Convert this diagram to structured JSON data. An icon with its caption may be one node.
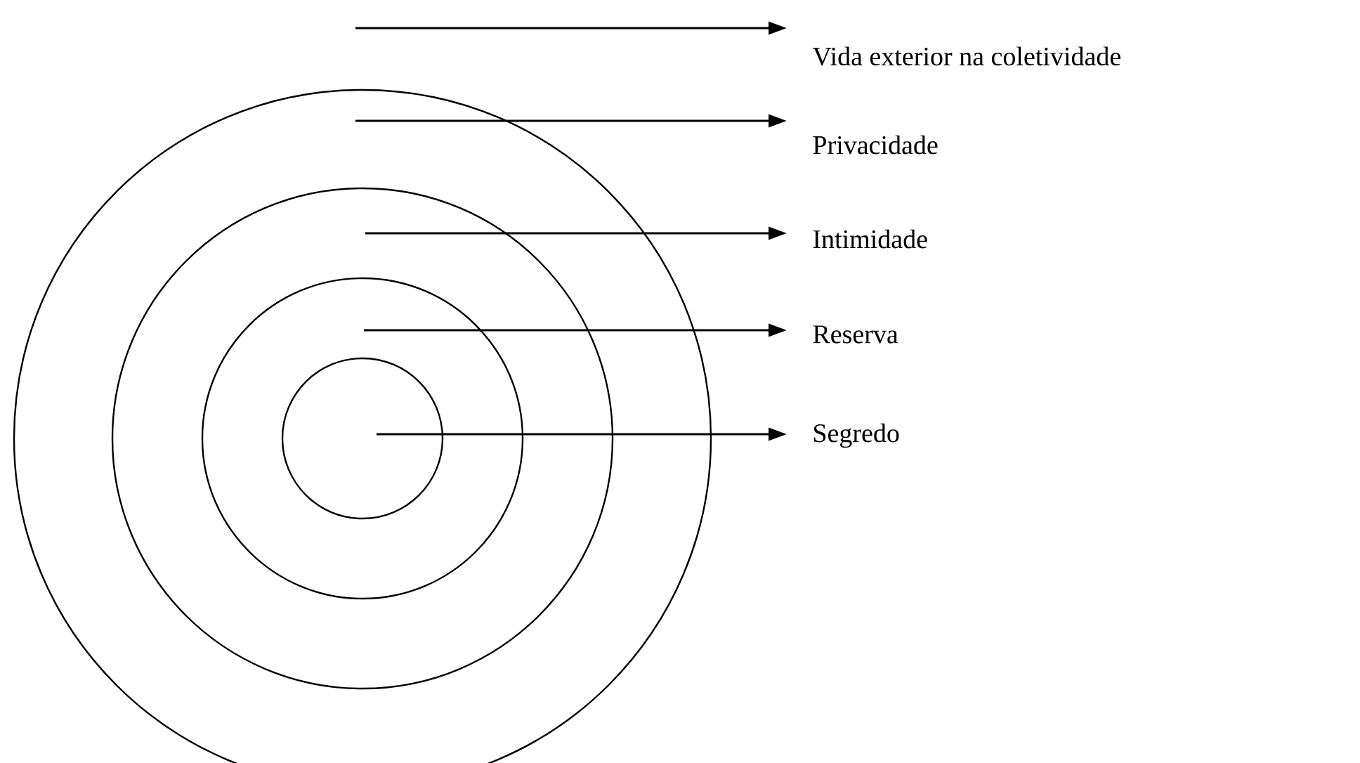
{
  "diagram": {
    "nodes": [
      {
        "text": [
          "Vida exterior na coletividade"
        ]
      },
      {
        "text": [
          "Privacidade"
        ]
      },
      {
        "text": [
          "Intimidade"
        ]
      },
      {
        "text": [
          "Reserva"
        ]
      },
      {
        "text": [
          "Segredo"
        ]
      },
      {
        "text": [],
        "shape": "circle"
      },
      {
        "text": [],
        "shape": "circle",
        "in": 5
      },
      {
        "text": [],
        "shape": "circle",
        "in": 6
      },
      {
        "text": [],
        "shape": "circle",
        "in": 7
      }
    ],
    "edges": [
      {
        "from": null,
        "to": 0,
        "arrow": "to"
      },
      {
        "from": 5,
        "to": 1,
        "arrow": "to"
      },
      {
        "from": 6,
        "to": 2,
        "arrow": "to"
      },
      {
        "from": null,
        "to": 3,
        "arrow": "to"
      },
      {
        "from": 8,
        "to": 4,
        "arrow": "to"
      }
    ]
  }
}
